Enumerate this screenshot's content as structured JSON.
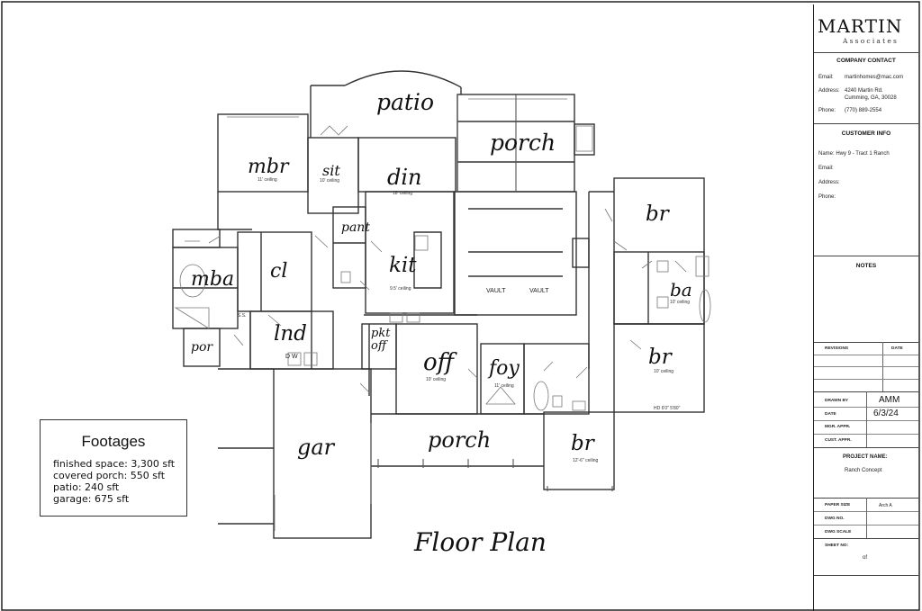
{
  "title": "Floor Plan",
  "rooms": {
    "patio_top": "patio",
    "porch_top": "porch",
    "mbr": "mbr",
    "mbr_ceiling": "11' ceiling",
    "sit": "sit",
    "sit_ceiling": "10' ceiling",
    "din": "din",
    "din_ceiling": "18' ceiling",
    "pant": "pant",
    "kit": "kit",
    "kit_ceiling": "9.5' ceiling",
    "mba": "mba",
    "cl": "cl",
    "lnd": "lnd",
    "por": "por",
    "pkt_off": "pkt off",
    "off": "off",
    "off_ceiling": "10' ceiling",
    "foy": "foy",
    "foy_ceiling": "11' ceiling",
    "br_top": "br",
    "ba": "ba",
    "ba_ceiling": "10' ceiling",
    "br_mid": "br",
    "br_mid_ceiling": "10' ceiling",
    "br_bottom": "br",
    "br_bottom_ceiling": "12'-6\" ceiling",
    "gar": "gar",
    "porch_front": "porch",
    "vault1": "VAULT",
    "vault2": "VAULT",
    "hd_note": "HD 6'0\" 5'80\"",
    "ss": "S.S.",
    "dw": "D W"
  },
  "footages": {
    "title": "Footages",
    "lines": [
      "finished space: 3,300 sft",
      "covered porch: 550 sft",
      "patio: 240 sft",
      "garage: 675 sft"
    ]
  },
  "title_block": {
    "logo": "MARTIN",
    "logo_sub": "Associates",
    "company_contact": "COMPANY CONTACT",
    "email_label": "Email:",
    "email": "martinhomes@mac.com",
    "address_label": "Address:",
    "address1": "4240 Martin Rd.",
    "address2": "Cumming, GA, 30028",
    "phone_label": "Phone:",
    "phone": "(770) 889-2554",
    "customer_info": "CUSTOMER INFO",
    "cust_name": "Name: Hwy 9 - Tract 1 Ranch",
    "cust_email": "Email:",
    "cust_address": "Address:",
    "cust_phone": "Phone:",
    "notes": "NOTES",
    "revisions": "REVISIONS",
    "date": "DATE",
    "drawn_by_label": "DRAWN BY",
    "drawn_by": "AMM",
    "date_label": "DATE",
    "date_value": "6/3/24",
    "mgr_appr": "MGR. APPR.",
    "cust_appr": "CUST. APPR.",
    "project_name_label": "PROJECT NAME:",
    "project_name": "Ranch Concept",
    "paper_size_label": "PAPER SIZE",
    "paper_size": "Arch A",
    "dwg_no": "DWG NO.",
    "dwg_scale": "DWG SCALE",
    "sheet_no": "SHEET NO:",
    "sheet_of": "of"
  }
}
